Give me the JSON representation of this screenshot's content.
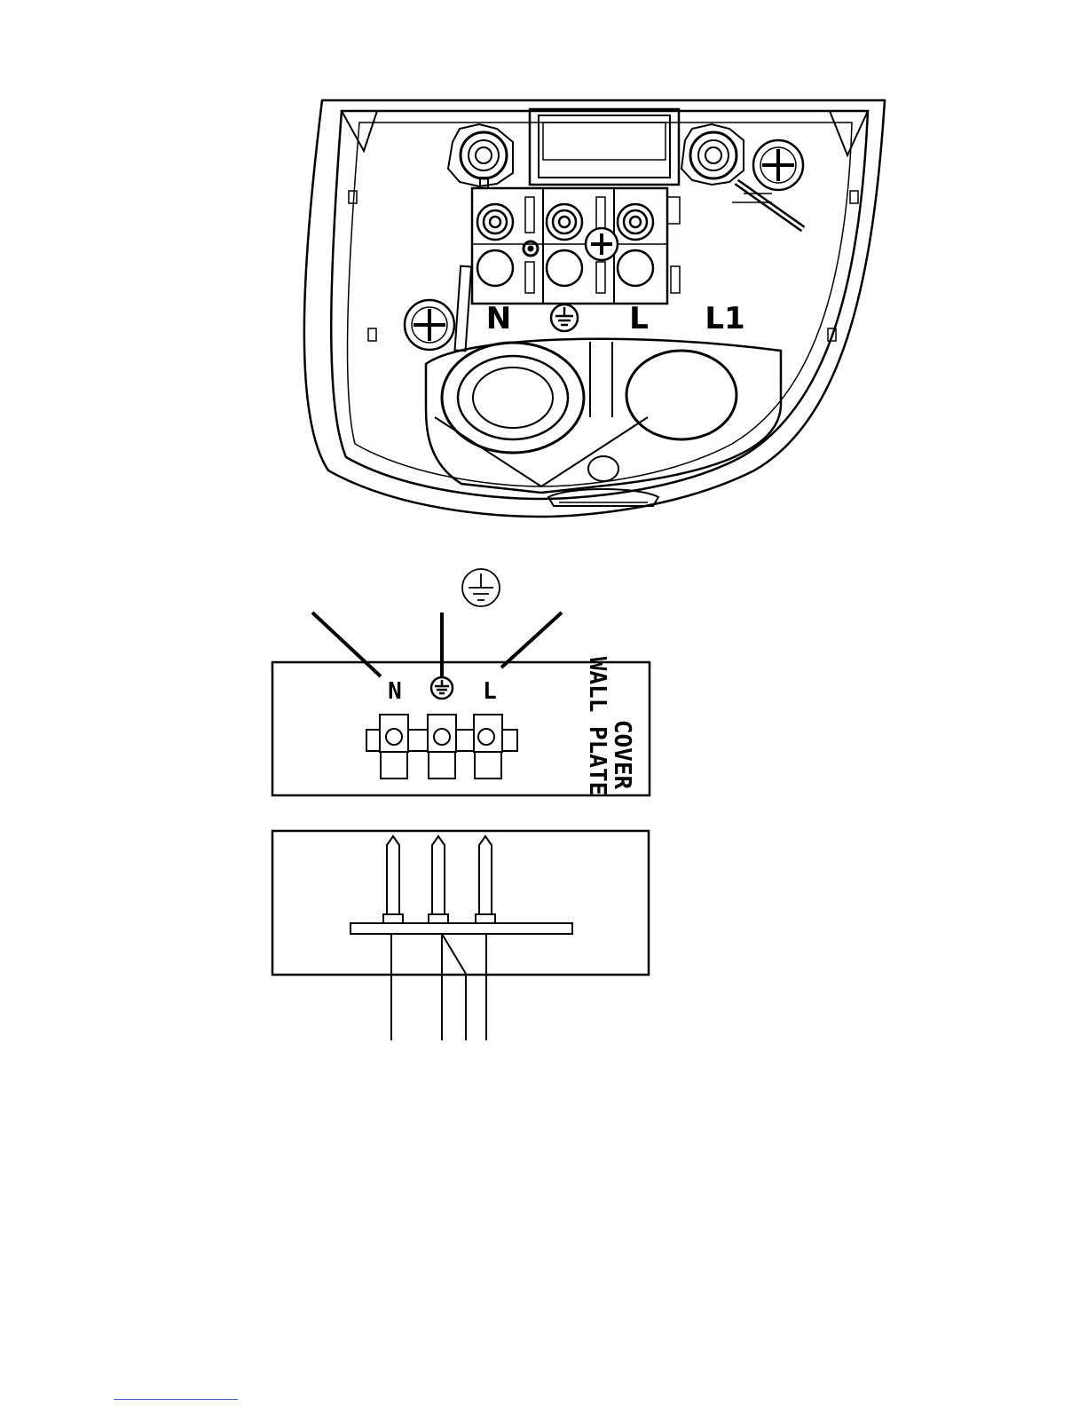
{
  "terminal_block": {
    "labels": {
      "neutral": "N",
      "live": "L",
      "live_1": "L1"
    }
  },
  "wiring": {
    "earth_symbol": "earth-ground-icon",
    "labels": {
      "neutral": "N",
      "live": "L"
    },
    "wall_plate_cover": {
      "line1": "WALL PLATE",
      "line2": "COVER"
    }
  },
  "colors": {
    "ink": "#000000",
    "paper": "#ffffff",
    "link": "#4a5fd6"
  }
}
